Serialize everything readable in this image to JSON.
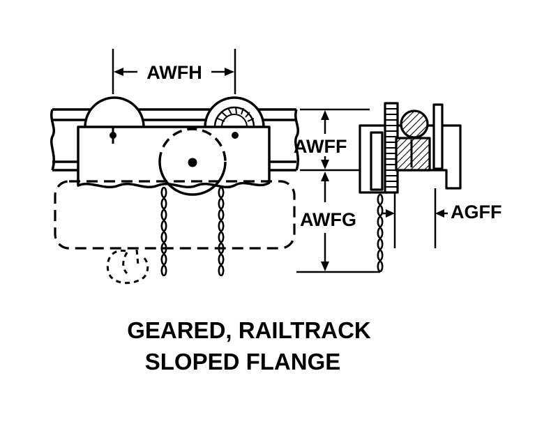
{
  "diagram": {
    "labels": {
      "awfh": "AWFH",
      "awff": "AWFF",
      "awfg": "AWFG",
      "agff": "AGFF"
    },
    "caption": {
      "line1": "GEARED, RAILTRACK",
      "line2": "SLOPED FLANGE"
    }
  }
}
